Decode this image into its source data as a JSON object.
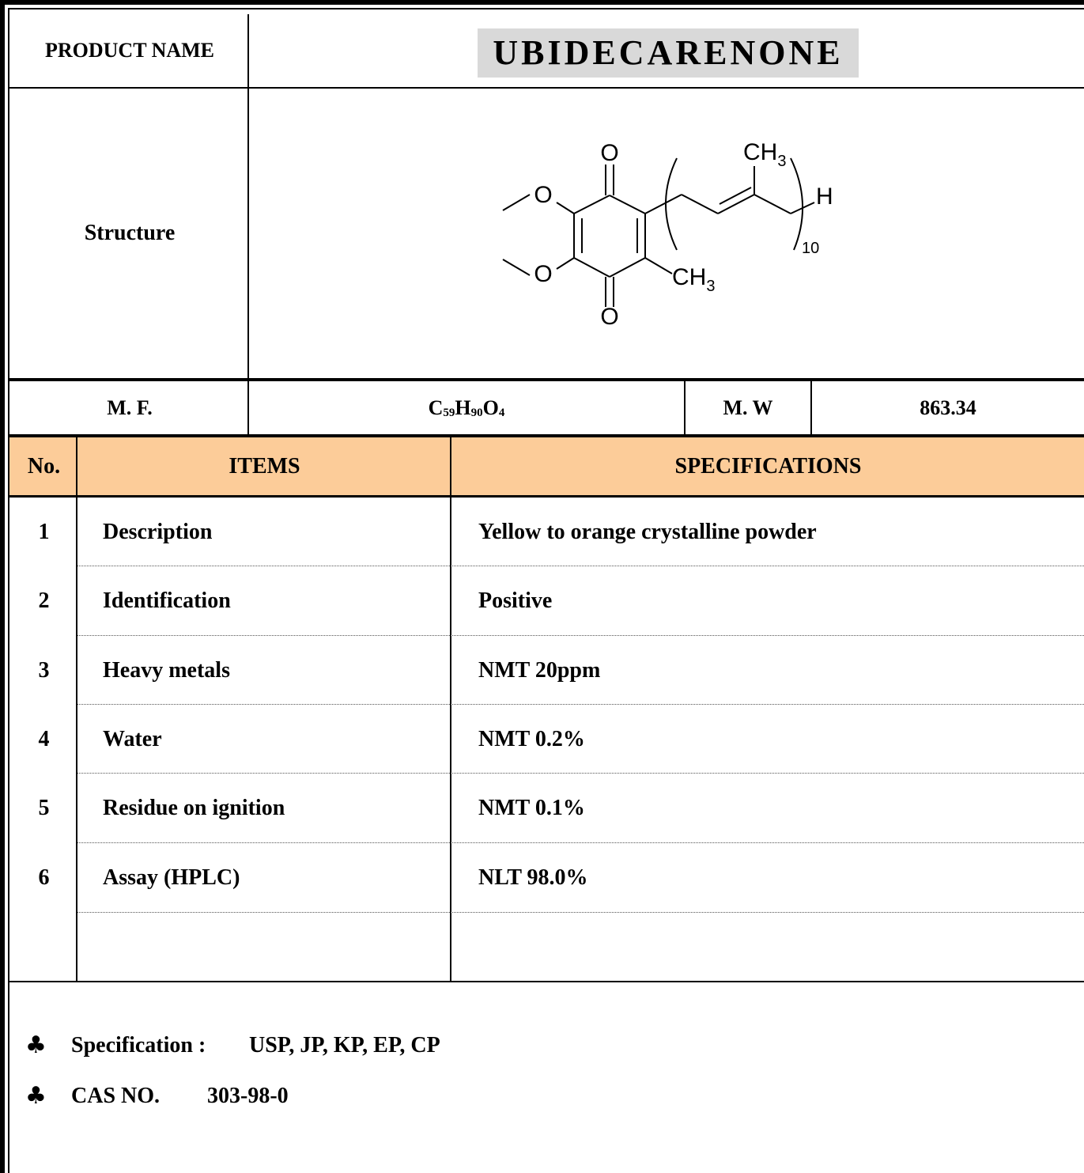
{
  "header": {
    "product_name_label": "PRODUCT NAME",
    "product_name": "UBIDECARENONE",
    "structure_label": "Structure"
  },
  "structure": {
    "o_top": "O",
    "o_bottom": "O",
    "o_methoxy_top": "O",
    "o_methoxy_bottom": "O",
    "ch3_top": "CH",
    "ch3_top_sub": "3",
    "ch3_bottom": "CH",
    "ch3_bottom_sub": "3",
    "h_end": "H",
    "repeat_count": "10"
  },
  "formula": {
    "mf_label": "M. F.",
    "mf_c": "C",
    "mf_c_sub": "59",
    "mf_h": "H",
    "mf_h_sub": "90",
    "mf_o": "O",
    "mf_o_sub": "4",
    "mw_label": "M. W",
    "mw_value": "863.34"
  },
  "table": {
    "headers": {
      "no": "No.",
      "items": "ITEMS",
      "specs": "SPECIFICATIONS"
    },
    "rows": [
      {
        "no": "1",
        "item": "Description",
        "spec": "Yellow to orange crystalline powder"
      },
      {
        "no": "2",
        "item": "Identification",
        "spec": "Positive"
      },
      {
        "no": "3",
        "item": "Heavy metals",
        "spec": "NMT 20ppm"
      },
      {
        "no": "4",
        "item": "Water",
        "spec": "NMT 0.2%"
      },
      {
        "no": "5",
        "item": "Residue on ignition",
        "spec": "NMT 0.1%"
      },
      {
        "no": "6",
        "item": "Assay (HPLC)",
        "spec": "NLT 98.0%"
      }
    ]
  },
  "notes": {
    "bullet_icon": "club-icon",
    "bullet_char": "♣",
    "specification_label": "Specification :",
    "specification_value": "USP, JP, KP, EP, CP",
    "cas_label": "CAS NO.",
    "cas_value": "303-98-0"
  },
  "colors": {
    "header_bg": "#fccc99",
    "title_bg": "#d9d9d9"
  }
}
